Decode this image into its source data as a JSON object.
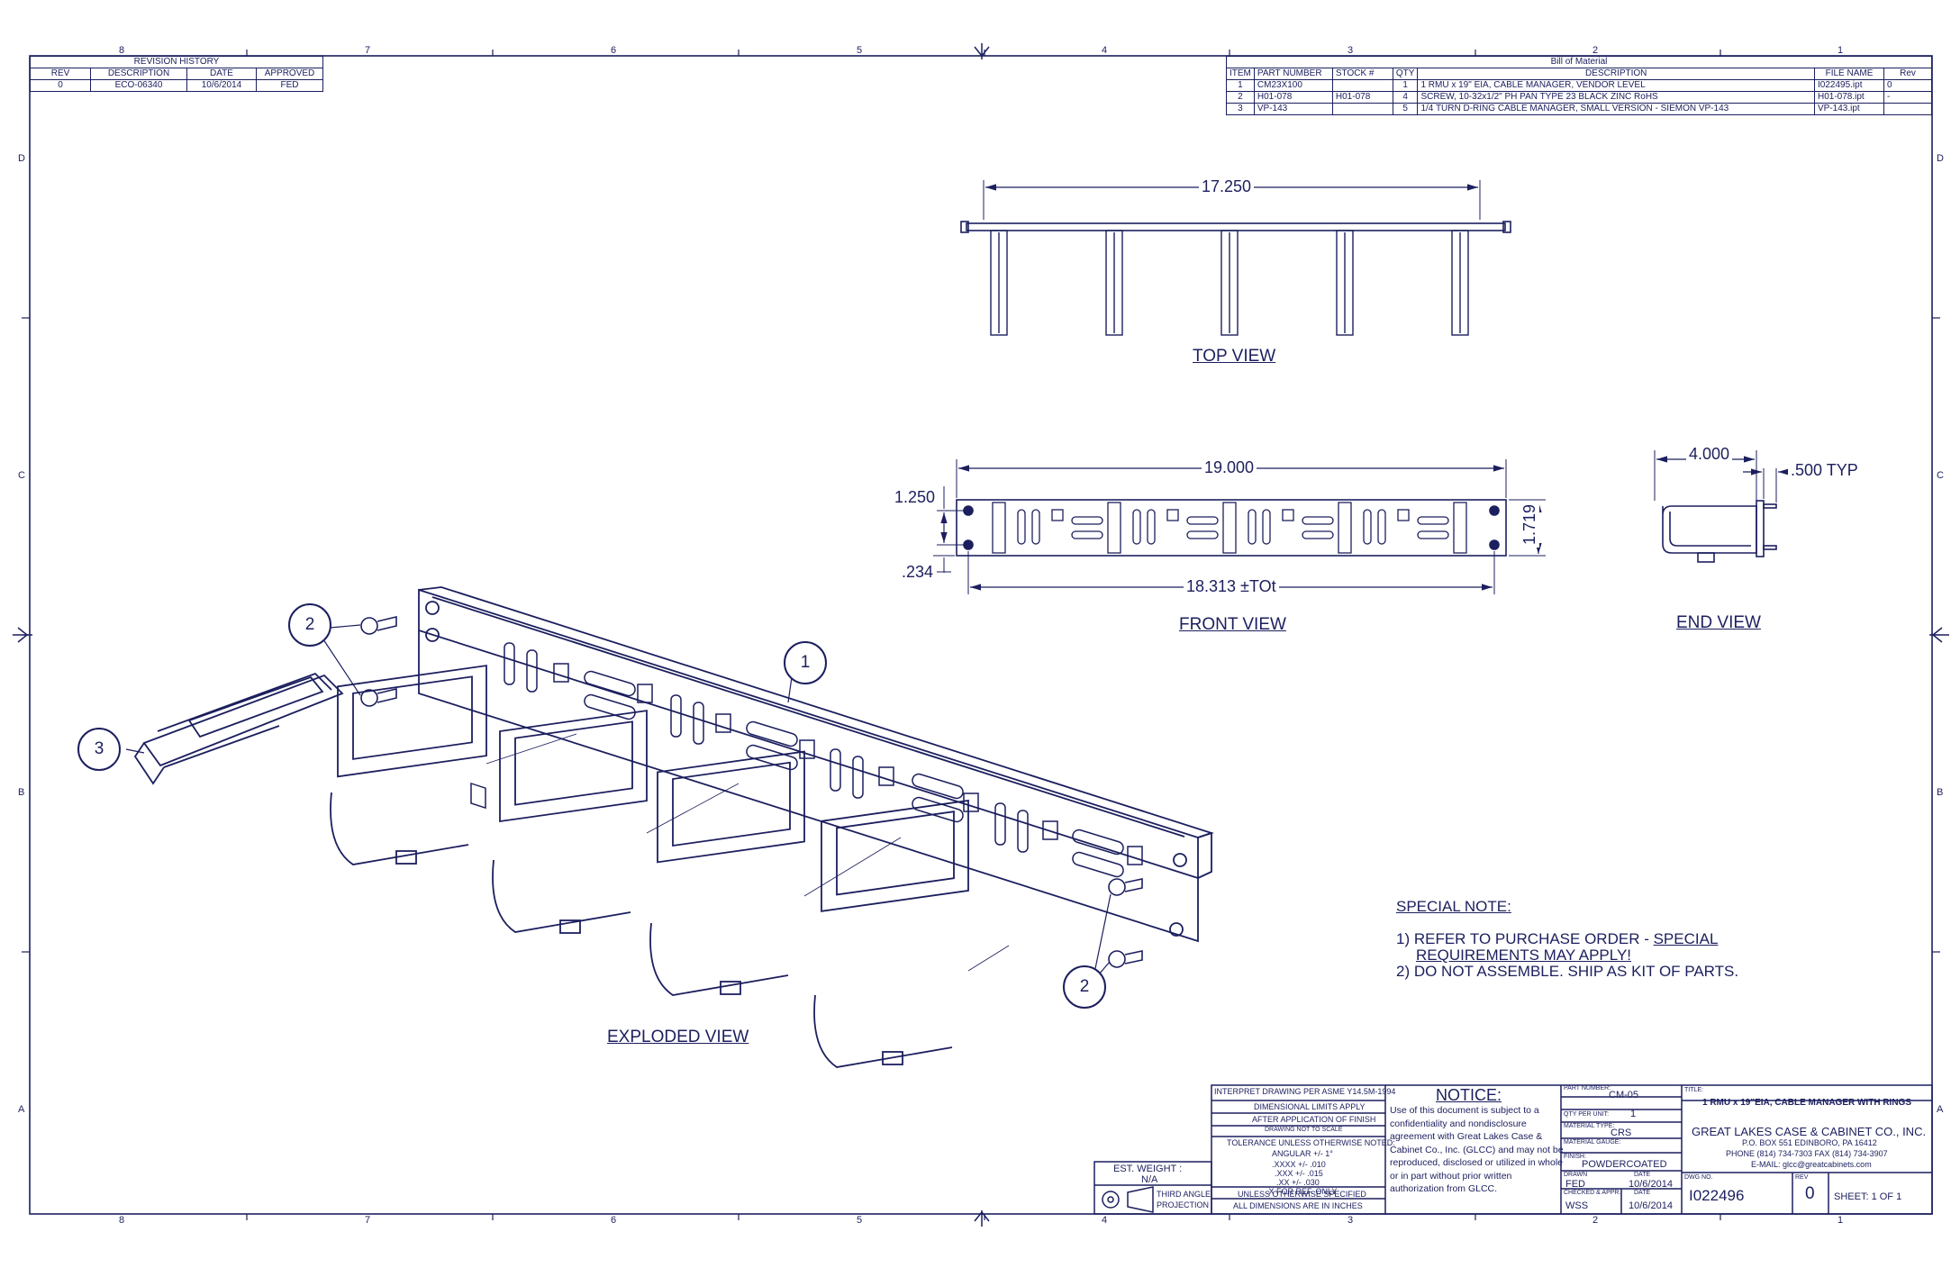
{
  "zones": {
    "columns": [
      "8",
      "7",
      "6",
      "5",
      "4",
      "3",
      "2",
      "1"
    ],
    "rows": [
      "D",
      "C",
      "B",
      "A"
    ]
  },
  "revision_history": {
    "title": "REVISION HISTORY",
    "headers": [
      "REV",
      "DESCRIPTION",
      "DATE",
      "APPROVED"
    ],
    "rows": [
      [
        "0",
        "ECO-06340",
        "10/6/2014",
        "FED"
      ]
    ]
  },
  "bom": {
    "title": "Bill of Material",
    "headers": [
      "ITEM",
      "PART NUMBER",
      "STOCK #",
      "QTY",
      "DESCRIPTION",
      "FILE NAME",
      "Rev"
    ],
    "rows": [
      [
        "1",
        "CM23X100",
        "",
        "1",
        "1 RMU x 19\" EIA, CABLE MANAGER, VENDOR LEVEL",
        "I022495.ipt",
        "0"
      ],
      [
        "2",
        "H01-078",
        "H01-078",
        "4",
        "SCREW, 10-32x1/2\" PH PAN TYPE 23 BLACK ZINC RoHS",
        "H01-078.ipt",
        "-"
      ],
      [
        "3",
        "VP-143",
        "",
        "5",
        "1/4 TURN D-RING CABLE MANAGER, SMALL VERSION - SIEMON VP-143",
        "VP-143.ipt",
        ""
      ]
    ]
  },
  "views": {
    "top": "TOP VIEW",
    "front": "FRONT VIEW",
    "end": "END VIEW",
    "exploded": "EXPLODED VIEW"
  },
  "dimensions": {
    "top_width": "17.250",
    "front_width": "19.000",
    "front_hole_span": "18.313 ±TOt",
    "front_height": "1.719",
    "front_hole_vertical": "1.250",
    "front_hole_offset": ".234",
    "end_width": "4.000",
    "end_typ": ".500 TYP"
  },
  "balloons": [
    "1",
    "2",
    "2",
    "3"
  ],
  "special_note": {
    "title": "SPECIAL NOTE:",
    "line1a": "1)  REFER TO PURCHASE ORDER - ",
    "line1b": "SPECIAL",
    "line1c": "REQUIREMENTS MAY APPLY!",
    "line2": "2)  DO NOT ASSEMBLE.  SHIP AS KIT OF PARTS."
  },
  "title_block": {
    "interpret": "INTERPRET DRAWING PER ASME Y14.5M-1994",
    "dimensional_limits": "DIMENSIONAL LIMITS APPLY",
    "after_finish": "AFTER APPLICATION OF FINISH",
    "not_to_scale": "DRAWING NOT TO SCALE",
    "tolerance_heading": "TOLERANCE UNLESS OTHERWISE NOTED:",
    "angular": "ANGULAR +/- 1°",
    "xxxx": ".XXXX +/- .010",
    "xxx": ".XXX +/- .015",
    "xx": ".XX +/- .030",
    "x": ".X FOR REF. ONLY",
    "unless_specified": "UNLESS OTHERWISE SPECIFIED",
    "inches": "ALL DIMENSIONS ARE IN INCHES",
    "est_weight_label": "EST. WEIGHT :",
    "est_weight": "N/A",
    "projection_1": "THIRD ANGLE",
    "projection_2": "PROJECTION",
    "notice_title": "NOTICE:",
    "notice_text": "Use of this document is subject to a confidentiality and nondisclosure agreement with Great Lakes Case & Cabinet Co., Inc. (GLCC) and may not be reproduced, disclosed or utilized in whole or in part without prior written authorization from GLCC.",
    "part_number_label": "PART NUMBER:",
    "part_number": "CM-05",
    "qty_label": "QTY PER UNIT:",
    "qty": "1",
    "material_type_label": "MATERIAL TYPE:",
    "material_type": "CRS",
    "material_gauge_label": "MATERIAL GAUGE:",
    "material_gauge": "",
    "finish_label": "FINISH:",
    "finish": "POWDERCOATED",
    "drawn_label": "DRAWN",
    "drawn_by": "FED",
    "date_label": "DATE",
    "drawn_date": "10/6/2014",
    "checked_label": "CHECKED & APPR.",
    "checked_by": "WSS",
    "checked_date": "10/6/2014",
    "title_label": "TITLE:",
    "title": "1 RMU x 19\"EIA, CABLE MANAGER WITH RINGS",
    "company": "GREAT LAKES CASE & CABINET CO., INC.",
    "address": "P.O. BOX 551 EDINBORO, PA 16412",
    "phone": "PHONE (814) 734-7303 FAX (814) 734-3907",
    "email": "E-MAIL: glcc@greatcabinets.com",
    "dwg_no_label": "DWG NO.",
    "dwg_no": "I022496",
    "rev_label": "REV",
    "rev": "0",
    "sheet": "SHEET:  1  OF  1"
  }
}
